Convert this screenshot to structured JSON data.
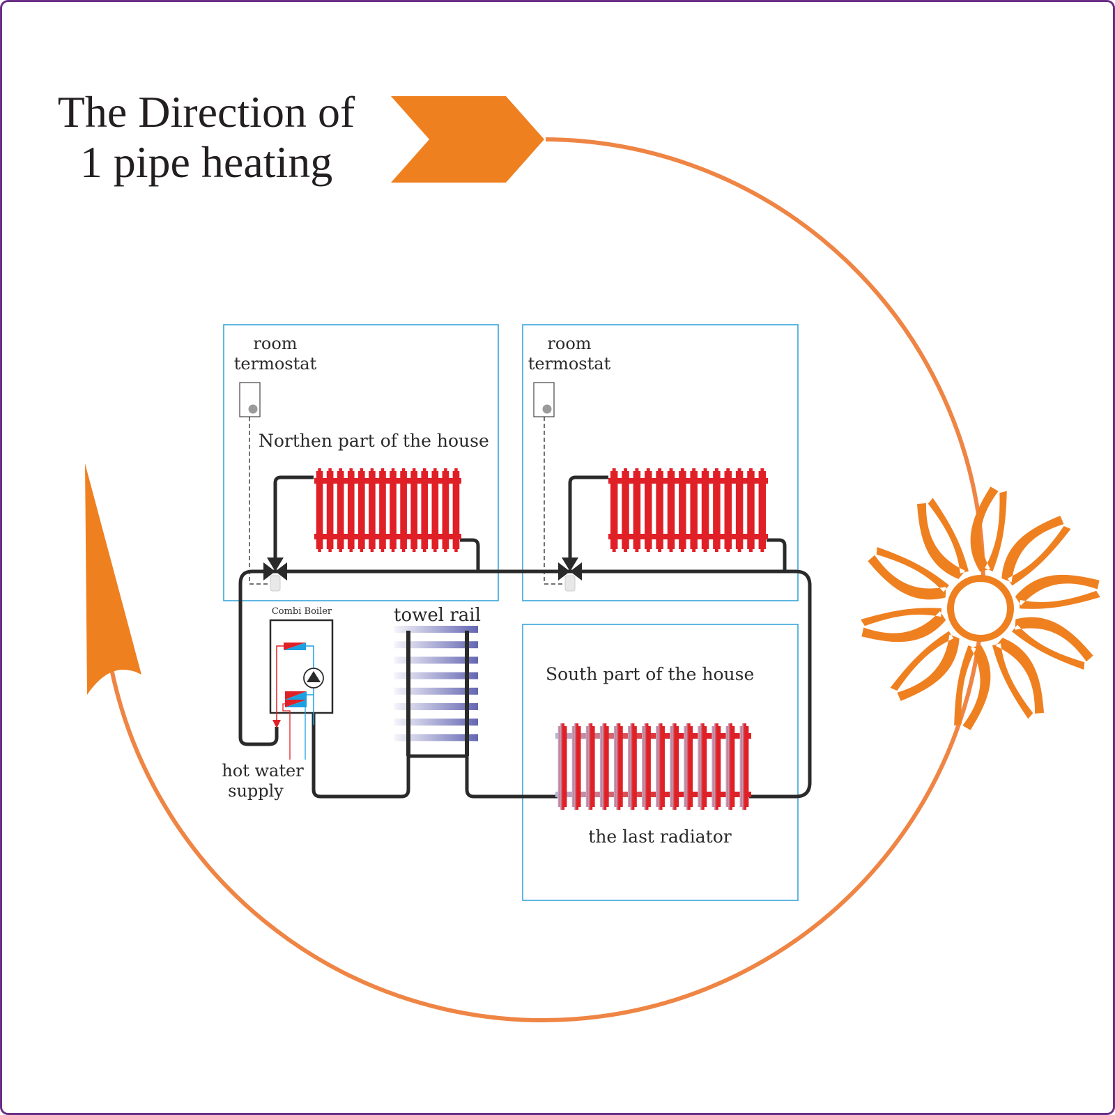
{
  "title": {
    "line1": "The Direction of",
    "line2": "1 pipe heating"
  },
  "labels": {
    "thermostat_left": {
      "line1": "room",
      "line2": "termostat"
    },
    "thermostat_right": {
      "line1": "room",
      "line2": "termostat"
    },
    "north": "Northen part of the house",
    "south": "South part of the house",
    "boiler": "Combi Boiler",
    "towel_rail": "towel  rail",
    "hot_water": {
      "line1": "hot water",
      "line2": "supply"
    },
    "last_radiator": "the last radiator"
  },
  "colors": {
    "orange": "#ef8020",
    "arc": "#ef8544",
    "room_border": "#2b9fd8",
    "pipe": "#2a2a2a",
    "radiator": "#e02027",
    "towel": "#6b6db5",
    "frame": "#6a2f86"
  }
}
